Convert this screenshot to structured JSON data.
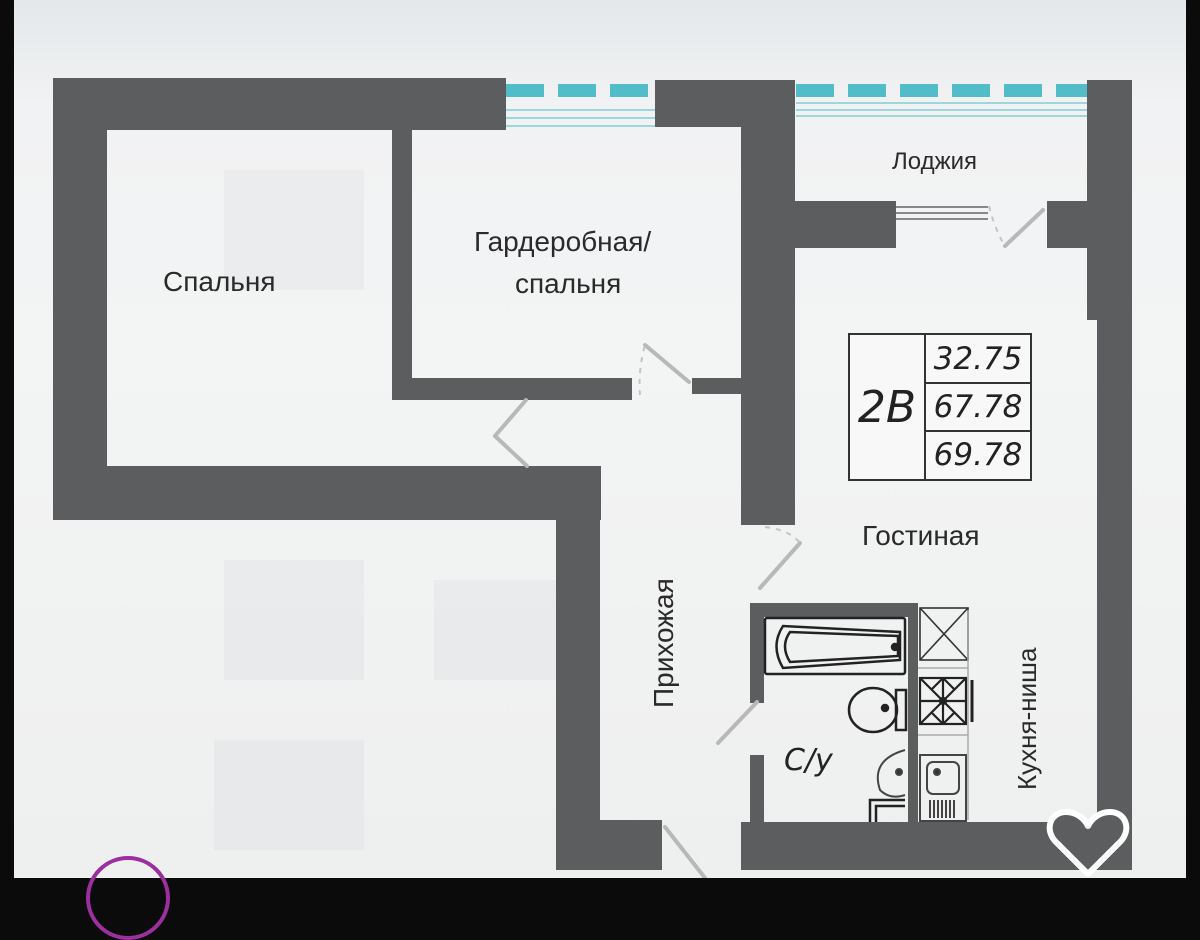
{
  "plan": {
    "apartment_code": "2В",
    "areas": {
      "living_area": "32.75",
      "total_area": "67.78",
      "total_area_with_loggia": "69.78"
    },
    "rooms": {
      "bedroom": "Спальня",
      "wardrobe_bedroom_line1": "Гардеробная/",
      "wardrobe_bedroom_line2": "спальня",
      "loggia": "Лоджия",
      "living_room": "Гостиная",
      "hallway": "Прихожая",
      "bathroom": "С/у",
      "kitchen_niche": "Кухня-ниша"
    },
    "colors": {
      "wall": "#5c5d5f",
      "window_glass": "#52bcc8",
      "background": "#f2f3f3",
      "heart_outline": "#ffffff",
      "story_ring": "#9b2fa0"
    }
  },
  "overlay": {
    "like_icon": "heart-icon",
    "story_avatar": "story-ring"
  }
}
